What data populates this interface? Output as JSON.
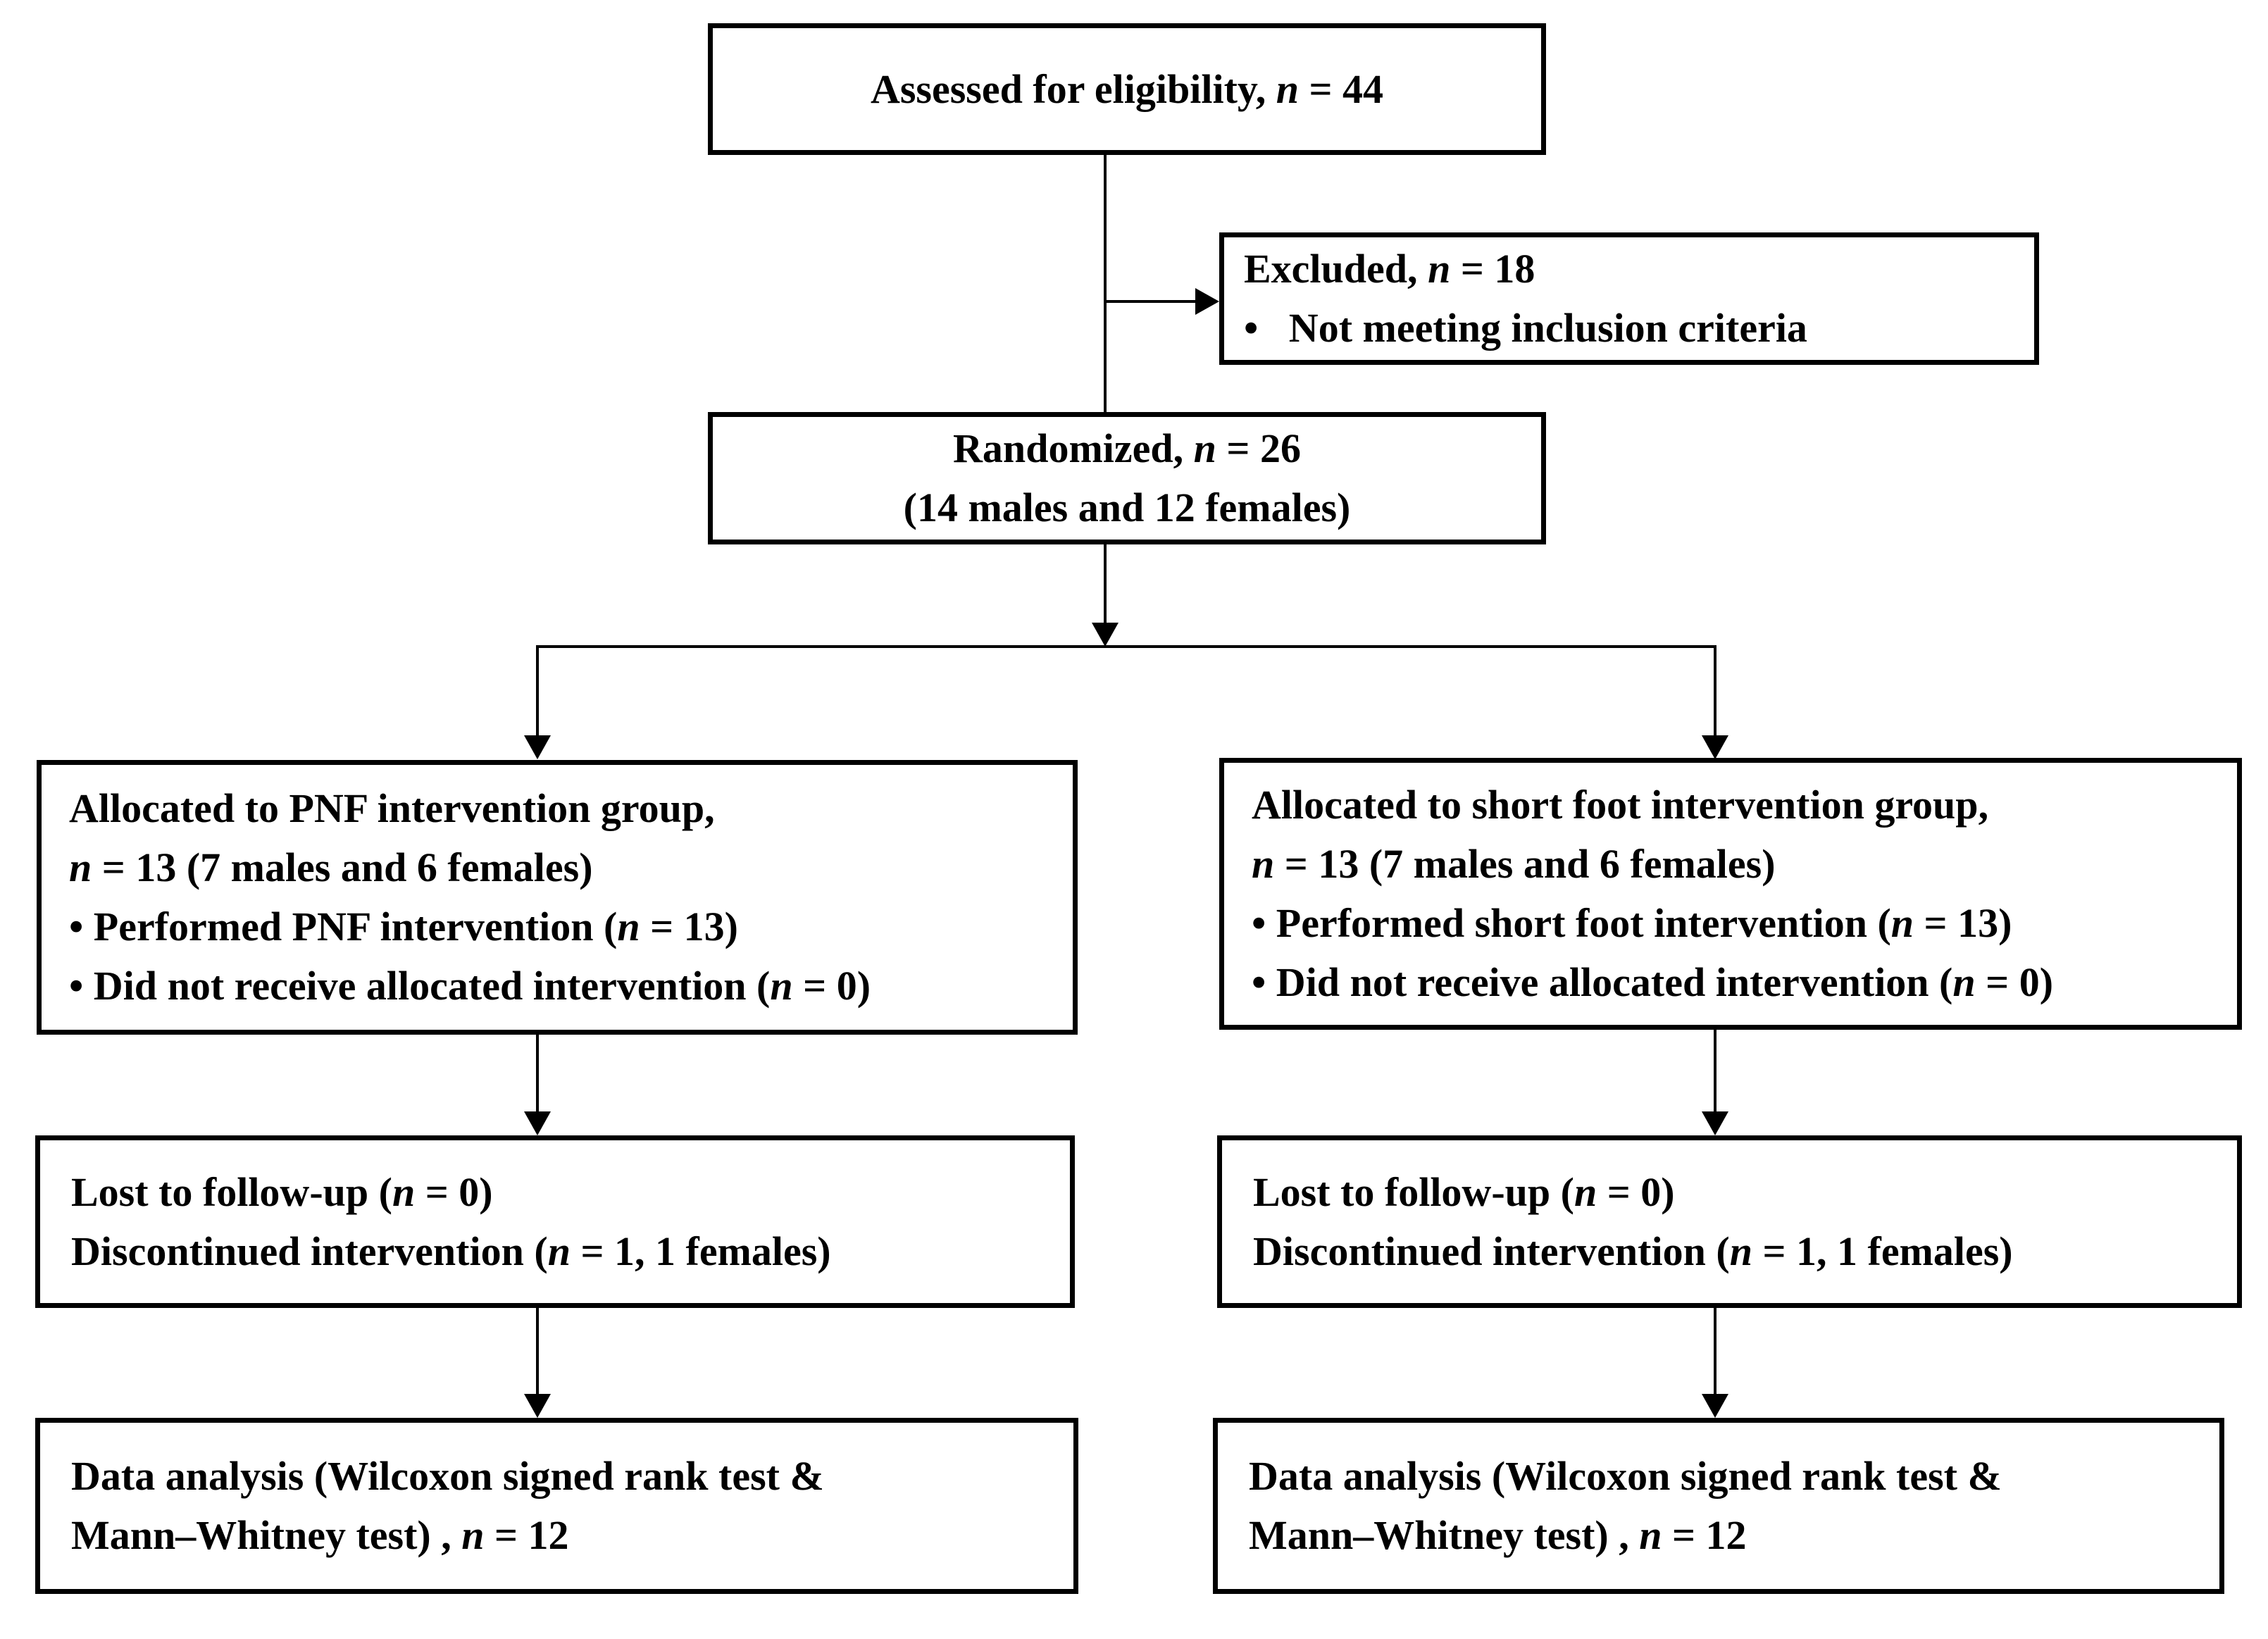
{
  "figure": {
    "kind": "CONSORT participant flow diagram",
    "colors": {
      "line": "#000000",
      "background": "#ffffff",
      "box_fill": "#ffffff",
      "text": "#000000"
    }
  },
  "boxes": {
    "assessed": {
      "lines": [
        [
          {
            "t": "Assessed for eligibility, "
          },
          {
            "t": "n",
            "i": true
          },
          {
            "t": " = 44"
          }
        ]
      ]
    },
    "excluded": {
      "lines": [
        [
          {
            "t": "Excluded, "
          },
          {
            "t": "n",
            "i": true
          },
          {
            "t": " = 18"
          }
        ],
        [
          {
            "t": "•  Not meeting inclusion criteria"
          }
        ]
      ]
    },
    "randomized": {
      "lines": [
        [
          {
            "t": "Randomized, "
          },
          {
            "t": "n",
            "i": true
          },
          {
            "t": " = 26"
          }
        ],
        [
          {
            "t": "(14 males and 12 females)"
          }
        ]
      ]
    },
    "allocation_pnf": {
      "lines": [
        [
          {
            "t": "Allocated to PNF intervention group,"
          }
        ],
        [
          {
            "t": "n",
            "i": true
          },
          {
            "t": " = 13 (7 males and 6 females)"
          }
        ],
        [
          {
            "t": "• Performed PNF intervention ("
          },
          {
            "t": "n",
            "i": true
          },
          {
            "t": " = 13)"
          }
        ],
        [
          {
            "t": "• Did not receive allocated intervention ("
          },
          {
            "t": "n",
            "i": true
          },
          {
            "t": " = 0)"
          }
        ]
      ]
    },
    "allocation_short_foot": {
      "lines": [
        [
          {
            "t": "Allocated to short foot intervention group,"
          }
        ],
        [
          {
            "t": "n",
            "i": true
          },
          {
            "t": " = 13 (7 males and 6 females)"
          }
        ],
        [
          {
            "t": "• Performed short foot intervention ("
          },
          {
            "t": "n",
            "i": true
          },
          {
            "t": " = 13)"
          }
        ],
        [
          {
            "t": "• Did not receive allocated intervention ("
          },
          {
            "t": "n",
            "i": true
          },
          {
            "t": " = 0)"
          }
        ]
      ]
    },
    "followup_pnf": {
      "lines": [
        [
          {
            "t": "Lost to follow-up ("
          },
          {
            "t": "n",
            "i": true
          },
          {
            "t": " = 0)"
          }
        ],
        [
          {
            "t": "Discontinued intervention ("
          },
          {
            "t": "n",
            "i": true
          },
          {
            "t": " = 1, 1 females)"
          }
        ]
      ]
    },
    "followup_short_foot": {
      "lines": [
        [
          {
            "t": "Lost to follow-up ("
          },
          {
            "t": "n",
            "i": true
          },
          {
            "t": " = 0)"
          }
        ],
        [
          {
            "t": "Discontinued intervention ("
          },
          {
            "t": "n",
            "i": true
          },
          {
            "t": " = 1, 1 females)"
          }
        ]
      ]
    },
    "analysis_pnf": {
      "lines": [
        [
          {
            "t": "Data analysis (Wilcoxon signed rank test &"
          }
        ],
        [
          {
            "t": "Mann–Whitney test) , "
          },
          {
            "t": "n",
            "i": true
          },
          {
            "t": " = 12"
          }
        ]
      ]
    },
    "analysis_short_foot": {
      "lines": [
        [
          {
            "t": "Data analysis (Wilcoxon signed rank test &"
          }
        ],
        [
          {
            "t": "Mann–Whitney test) , "
          },
          {
            "t": "n",
            "i": true
          },
          {
            "t": " = 12"
          }
        ]
      ]
    }
  }
}
